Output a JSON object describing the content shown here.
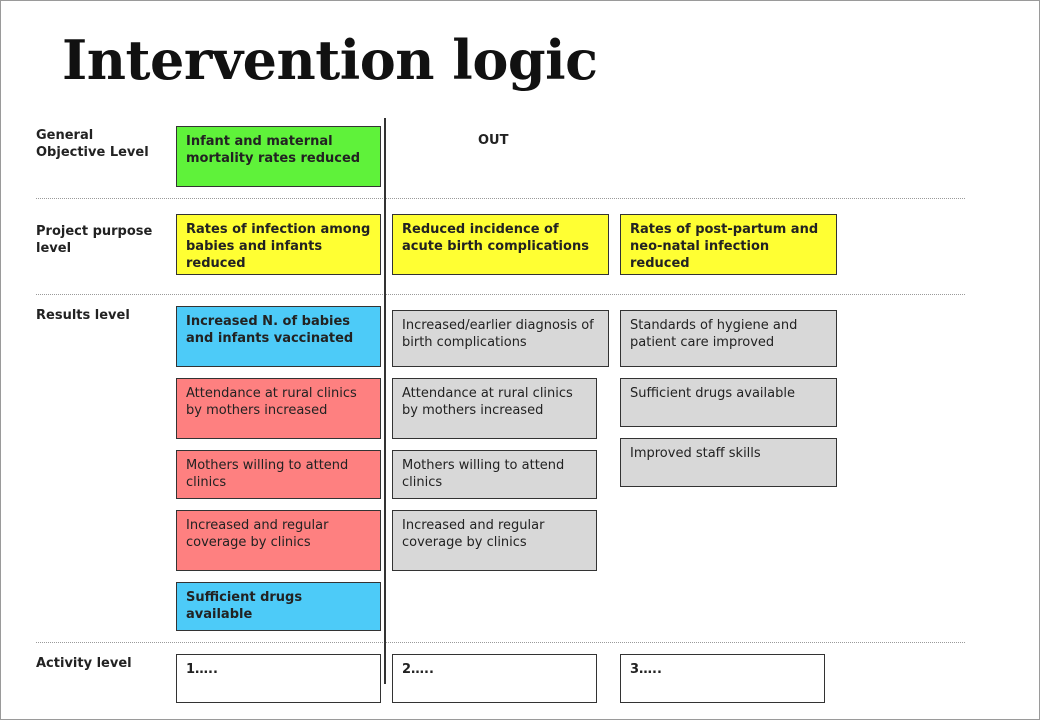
{
  "title": "Intervention logic",
  "levels": {
    "general": "General Objective Level",
    "purpose": "Project purpose level",
    "results": "Results level",
    "activity": "Activity level"
  },
  "out_label": "OUT",
  "boxes": {
    "general_objective": "Infant and maternal mortality rates reduced",
    "purpose_1": "Rates of infection among babies and infants reduced",
    "purpose_2": "Reduced incidence of acute birth complications",
    "purpose_3": "Rates of post-partum and neo-natal infection reduced",
    "col1": [
      "Increased  N. of babies and infants vaccinated",
      "Attendance at rural clinics by mothers increased",
      "Mothers willing to attend clinics",
      "Increased and regular coverage by clinics",
      "Sufficient drugs available"
    ],
    "col2": [
      "Increased/earlier diagnosis of birth complications",
      "Attendance at rural clinics by mothers increased",
      "Mothers willing to attend clinics",
      "Increased and regular coverage by clinics"
    ],
    "col3": [
      "Standards of hygiene and patient care improved",
      "Sufficient drugs available",
      "Improved staff skills"
    ],
    "activities": [
      "1…..",
      "2…..",
      "3….."
    ]
  },
  "colors": {
    "green": "#5ff23a",
    "yellow": "#ffff33",
    "blue": "#4dcbf8",
    "red": "#fe8080",
    "grey": "#d8d8d8"
  }
}
